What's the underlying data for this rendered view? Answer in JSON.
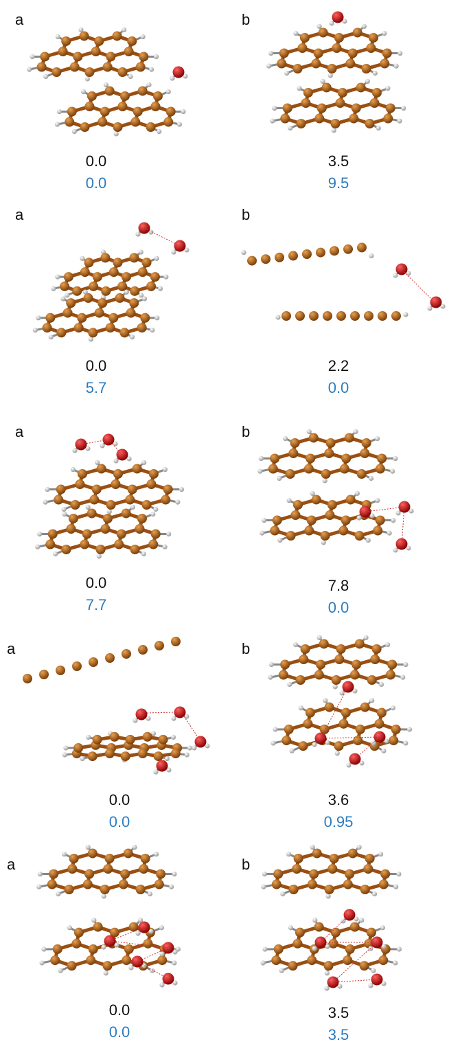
{
  "colors": {
    "carbon": "#b5651d",
    "hydrogen": "#e6e6e6",
    "oxygen": "#d21414",
    "energy_primary": "#111111",
    "energy_secondary": "#2b7bbf"
  },
  "rows": [
    {
      "a": {
        "label": "a",
        "e1": "0.0",
        "e2": "0.0"
      },
      "b": {
        "label": "b",
        "e1": "3.5",
        "e2": "9.5"
      }
    },
    {
      "a": {
        "label": "a",
        "e1": "0.0",
        "e2": "5.7"
      },
      "b": {
        "label": "b",
        "e1": "2.2",
        "e2": "0.0"
      }
    },
    {
      "a": {
        "label": "a",
        "e1": "0.0",
        "e2": "7.7"
      },
      "b": {
        "label": "b",
        "e1": "7.8",
        "e2": "0.0"
      }
    },
    {
      "a": {
        "label": "a",
        "e1": "0.0",
        "e2": "0.0"
      },
      "b": {
        "label": "b",
        "e1": "3.6",
        "e2": "0.95"
      }
    },
    {
      "a": {
        "label": "a",
        "e1": "0.0",
        "e2": "0.0"
      },
      "b": {
        "label": "b",
        "e1": "3.5",
        "e2": "3.5"
      }
    }
  ]
}
